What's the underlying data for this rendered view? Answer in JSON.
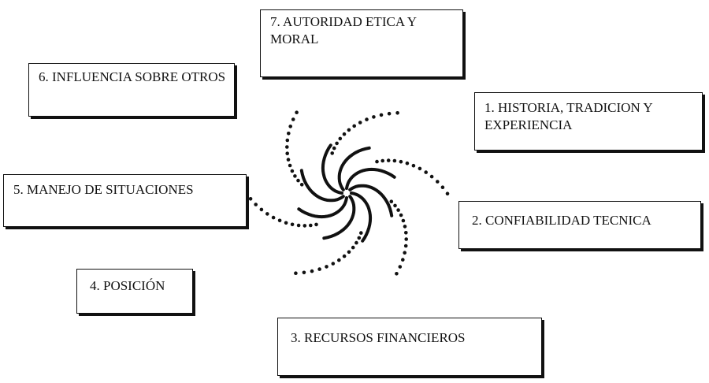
{
  "boxes": {
    "b1": "1. HISTORIA, TRADICION Y EXPERIENCIA",
    "b2": "2. CONFIABILIDAD TECNICA",
    "b3": "3. RECURSOS FINANCIEROS",
    "b4": "4. POSICIÓN",
    "b5": "5. MANEJO DE SITUACIONES",
    "b6": "6. INFLUENCIA SOBRE OTROS",
    "b7": "7. AUTORIDAD ETICA Y MORAL"
  },
  "center_icon": "swirl-icon",
  "colors": {
    "ink": "#111111",
    "background": "#ffffff"
  }
}
